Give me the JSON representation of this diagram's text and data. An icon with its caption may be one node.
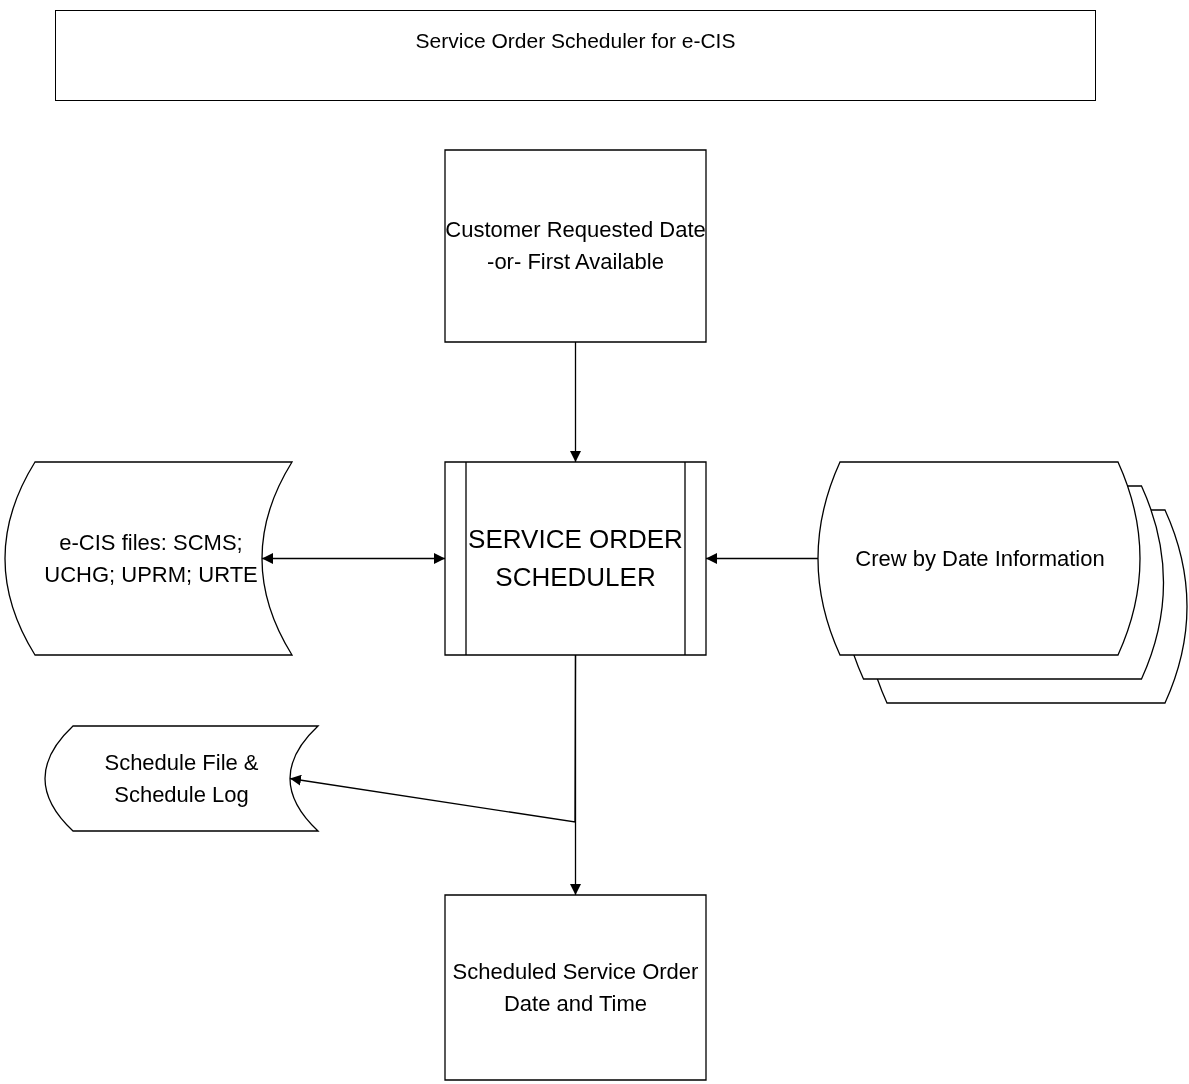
{
  "diagram": {
    "title": "Service Order Scheduler for e-CIS",
    "nodes": [
      {
        "text": [
          "Customer Requested Date -or- First Available"
        ]
      },
      {
        "text": [
          "e-CIS files: SCMS; UCHG; UPRM; URTE"
        ]
      },
      {
        "text": [
          "SERVICE ORDER SCHEDULER"
        ]
      },
      {
        "text": [
          "Crew by Date Information"
        ]
      },
      {
        "text": [
          "Schedule File & Schedule Log"
        ]
      },
      {
        "text": [
          "Scheduled Service Order Date and Time"
        ]
      }
    ],
    "edges": [
      {
        "from": 0,
        "to": 2,
        "arrow": "to"
      },
      {
        "from": 1,
        "to": 2,
        "arrow": "both"
      },
      {
        "from": 3,
        "to": 2,
        "arrow": "to"
      },
      {
        "from": 2,
        "to": 4,
        "arrow": "to"
      },
      {
        "from": 2,
        "to": 5,
        "arrow": "to"
      }
    ]
  }
}
